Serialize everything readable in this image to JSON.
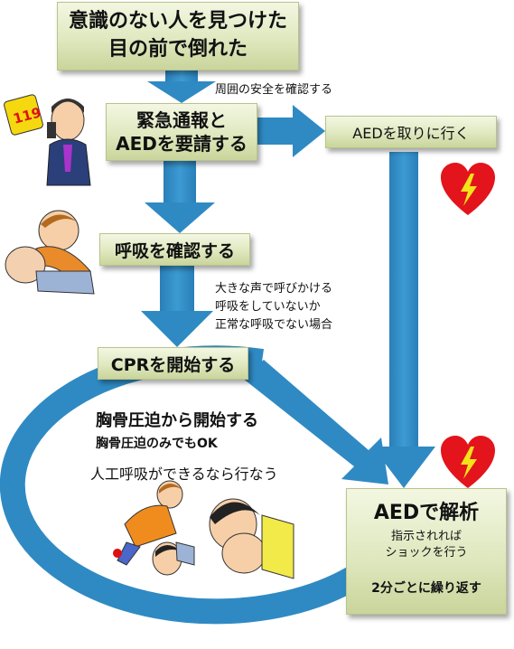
{
  "flow": {
    "step1": [
      "意識のない人を見つけた",
      "目の前で倒れた"
    ],
    "step2": [
      "緊急通報と",
      "AEDを要請する"
    ],
    "aed_fetch": "AEDを取りに行く",
    "step3": "呼吸を確認する",
    "step4": "CPRを開始する",
    "step5": {
      "title": "AEDで解析",
      "sub": [
        "指示されれば",
        "ショックを行う"
      ],
      "repeat": "2分ごとに繰り返す"
    }
  },
  "notes": {
    "safety": "周囲の安全を確認する",
    "breath_check": [
      "大きな声で呼びかける",
      "呼吸をしていないか",
      "正常な呼吸でない場合"
    ],
    "compression_start": "胸骨圧迫から開始する",
    "compression_only": "胸骨圧迫のみでもOK",
    "rescue_breath": "人工呼吸ができるなら行なう"
  },
  "illustration_text": {
    "phone_number": "119"
  },
  "colors": {
    "arrow": "#2f8ac3",
    "box_bg": "#e4ecc6",
    "heart": "#e3141b",
    "bolt": "#f2e31b"
  },
  "icons": [
    "down-arrow-icon",
    "right-arrow-icon",
    "heart-bolt-icon",
    "cycle-arrow-icon"
  ]
}
